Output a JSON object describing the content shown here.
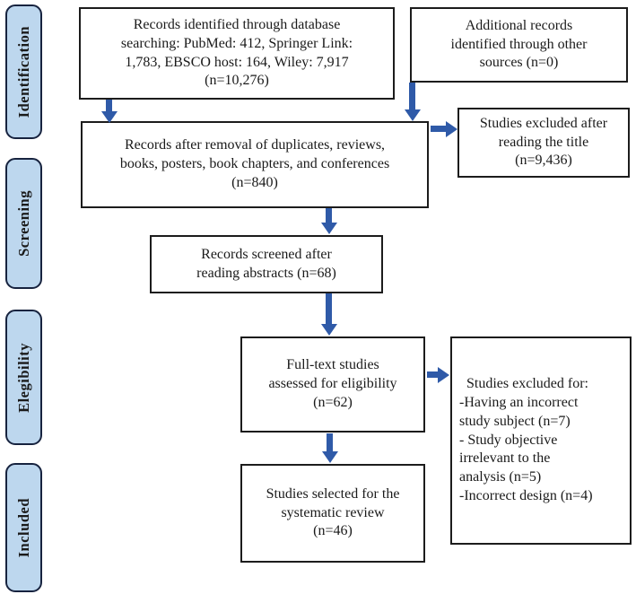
{
  "colors": {
    "background": "#ffffff",
    "text": "#1a1a1a",
    "arrow": "#2f5aa8",
    "stage_fill": "#bdd7ee",
    "stage_border": "#17233f",
    "box_border": "#1c1c1c"
  },
  "stages": [
    {
      "label": "Identification"
    },
    {
      "label": "Screening"
    },
    {
      "label": "Elegibility"
    },
    {
      "label": "Included"
    }
  ],
  "boxes": {
    "identified": {
      "text": "Records identified through database\nsearching: PubMed: 412, Springer Link:\n1,783, EBSCO host: 164, Wiley: 7,917\n(n=10,276)"
    },
    "additional": {
      "text": "Additional records\nidentified through other\nsources (n=0)"
    },
    "after_removal": {
      "text": "Records after removal of duplicates, reviews,\nbooks, posters, book chapters, and conferences\n(n=840)"
    },
    "excluded_title": {
      "text": "Studies excluded after\nreading the title\n(n=9,436)"
    },
    "screened": {
      "text": "Records screened after\nreading abstracts (n=68)"
    },
    "fulltext": {
      "text": "Full-text studies\nassessed for eligibility\n(n=62)"
    },
    "excluded_fulltext": {
      "text": "  Studies excluded for:\n-Having an incorrect\nstudy subject (n=7)\n- Study objective\nirrelevant to the\nanalysis (n=5)\n-Incorrect design (n=4)"
    },
    "selected": {
      "text": "Studies selected for the\nsystematic review\n(n=46)"
    }
  }
}
